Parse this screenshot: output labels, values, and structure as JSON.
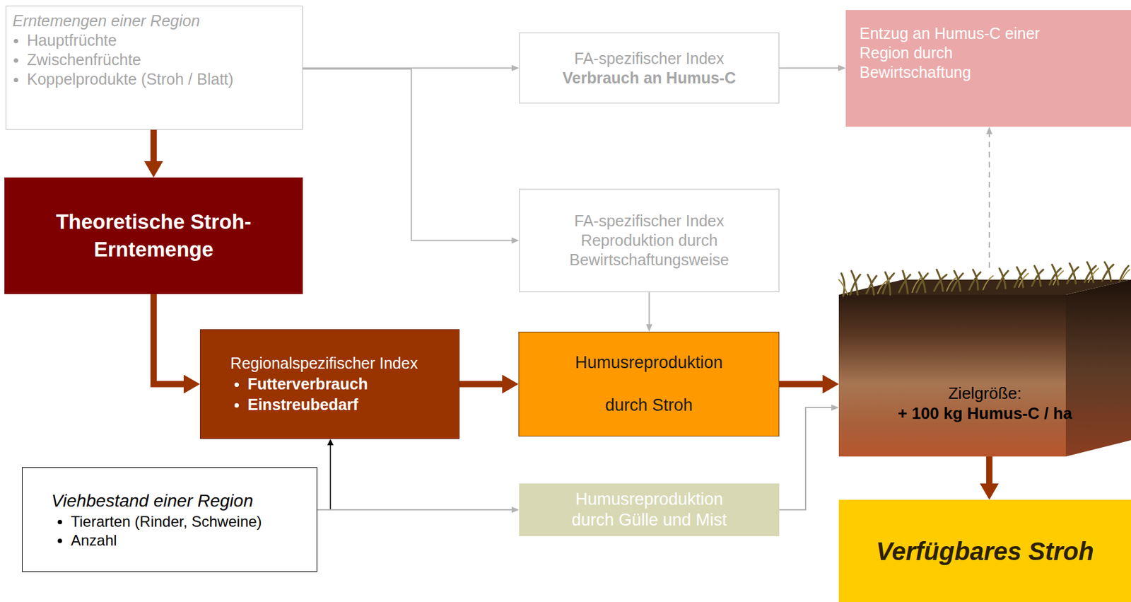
{
  "diagram": {
    "nodes": [
      {
        "text": [
          "Erntemengen einer Region",
          "Hauptfrüchte",
          "Zwischenfrüchte",
          "Koppelprodukte (Stroh / Blatt)"
        ]
      },
      {
        "text": [
          "Theoretische Stroh-Erntemenge"
        ]
      },
      {
        "text": [
          "FA-spezifischer Index",
          "Verbrauch an Humus-C"
        ]
      },
      {
        "text": [
          "Entzug an Humus-C einer Region durch Bewirtschaftung"
        ]
      },
      {
        "text": [
          "FA-spezifischer Index Reproduktion durch Bewirtschaftungsweise"
        ]
      },
      {
        "text": [
          "Regionalspezifischer Index",
          "Futterverbrauch",
          "Einstreubedarf"
        ]
      },
      {
        "text": [
          "Humusreproduktion",
          "durch Stroh"
        ]
      },
      {
        "text": [
          "Viehbestand einer Region",
          "Tierarten (Rinder, Schweine)",
          "Anzahl"
        ]
      },
      {
        "text": [
          "Humusreproduktion durch Gülle und Mist"
        ]
      },
      {
        "text": [
          "Zielgröße:",
          "+ 100 kg Humus-C / ha"
        ]
      },
      {
        "text": [
          "Verfügbares Stroh"
        ]
      }
    ],
    "edges": [
      {
        "from": 0,
        "to": 1,
        "arrow": "to"
      },
      {
        "from": 0,
        "to": 2,
        "arrow": "to"
      },
      {
        "from": 0,
        "to": 4,
        "arrow": "to"
      },
      {
        "from": 2,
        "to": 3,
        "arrow": "to"
      },
      {
        "from": 1,
        "to": 5,
        "arrow": "to"
      },
      {
        "from": 7,
        "to": 5,
        "arrow": "to"
      },
      {
        "from": 7,
        "to": 8,
        "arrow": "to"
      },
      {
        "from": 5,
        "to": 6,
        "arrow": "to"
      },
      {
        "from": 4,
        "to": 6,
        "arrow": "to"
      },
      {
        "from": 6,
        "to": 9,
        "arrow": "to"
      },
      {
        "from": 8,
        "to": 9,
        "arrow": "to"
      },
      {
        "from": 9,
        "to": 3,
        "arrow": "to"
      },
      {
        "from": 9,
        "to": 10,
        "arrow": "to"
      }
    ]
  }
}
